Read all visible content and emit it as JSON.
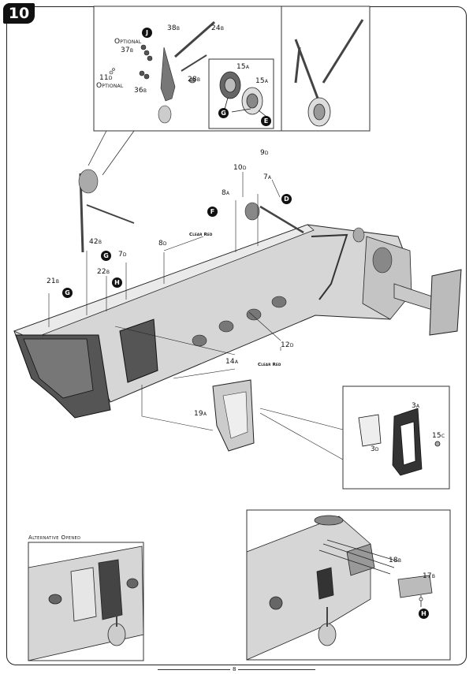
{
  "step": "10",
  "page_number": "8",
  "labels": {
    "optional_top": "Optional",
    "part_37b": "37b",
    "part_38b": "38b",
    "part_24b": "24b",
    "part_11d": "11d",
    "optional_left": "Optional",
    "part_36b": "36b",
    "part_28b": "28b",
    "part_15a_left": "15a",
    "part_15a_right": "15a",
    "part_9d": "9d",
    "part_10d": "10d",
    "part_7a": "7a",
    "part_8a": "8a",
    "clear_red_1": "Clear Red",
    "part_8d": "8d",
    "part_42b": "42b",
    "part_7d": "7d",
    "part_22b": "22b",
    "part_21b": "21b",
    "part_12d": "12d",
    "clear_red_2": "Clear Red",
    "part_14a": "14a",
    "part_19a": "19a",
    "part_3a": "3a",
    "part_3d": "3d",
    "part_15c": "15c",
    "part_18b": "18b",
    "part_17b": "17b",
    "alternative_opened": "Alternative Opened"
  },
  "badges": {
    "j": "J",
    "g_top": "G",
    "e": "E",
    "d": "D",
    "f": "F",
    "g_42": "G",
    "h_22": "H",
    "g_21": "G",
    "h_bottom": "H"
  },
  "colors": {
    "ink": "#111111",
    "grey_light": "#d9d9d9",
    "grey_mid": "#bdbdbd",
    "grey_dark": "#555555"
  }
}
